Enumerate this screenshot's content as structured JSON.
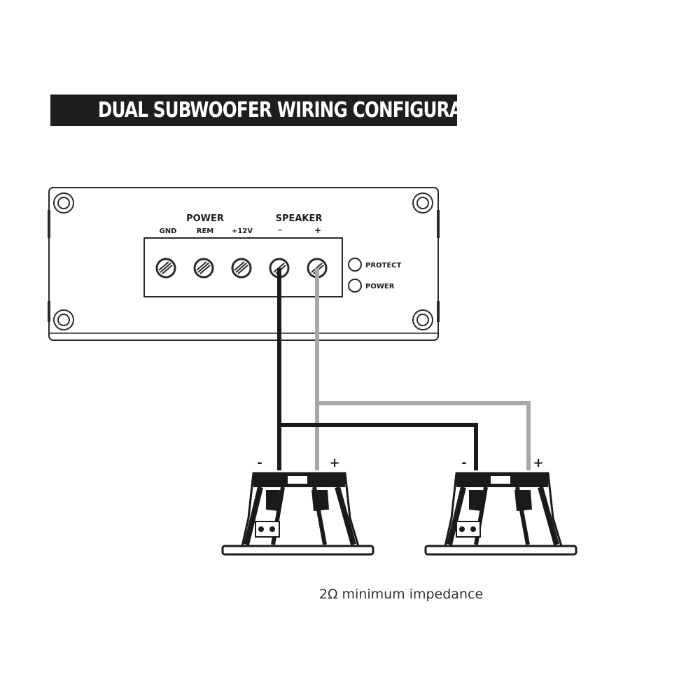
{
  "title": "DUAL SUBWOOFER WIRING CONFIGURATION",
  "amplifier": {
    "power_group_label": "POWER",
    "speaker_group_label": "SPEAKER",
    "terminals": [
      "GND",
      "REM",
      "+12V",
      "–",
      "+"
    ],
    "indicators": [
      "PROTECT",
      "POWER"
    ]
  },
  "subwoofers": [
    {
      "minus": "-",
      "plus": "+"
    },
    {
      "minus": "-",
      "plus": "+"
    }
  ],
  "caption": "2Ω minimum impedance",
  "colors": {
    "negative_wire": "#1a1a1a",
    "positive_wire": "#a8a8a8",
    "banner": "#1e1e1e"
  }
}
